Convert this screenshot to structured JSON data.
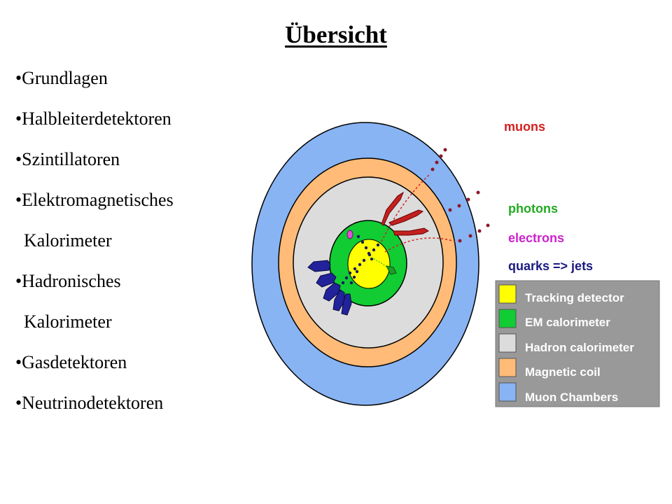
{
  "title": "Übersicht",
  "bullets": [
    {
      "text": "•Grundlagen"
    },
    {
      "text": "•Halbleiterdetektoren"
    },
    {
      "text": "•Szintillatoren"
    },
    {
      "text": "•Elektromagnetisches",
      "continuation": "Kalorimeter"
    },
    {
      "text": "•Hadronisches",
      "continuation": "Kalorimeter"
    },
    {
      "text": "•Gasdetektoren"
    },
    {
      "text": "•Neutrinodetektoren"
    }
  ],
  "particles": {
    "muons": {
      "label": "muons",
      "color": "#d42020"
    },
    "photons": {
      "label": "photons",
      "color": "#22aa22"
    },
    "electrons": {
      "label": "electrons",
      "color": "#cc22cc"
    },
    "jets": {
      "label": "quarks => jets",
      "color": "#1a1a80"
    }
  },
  "legend": {
    "items": [
      {
        "label": "Tracking detector",
        "color": "#ffff00"
      },
      {
        "label": "EM calorimeter",
        "color": "#11cc33"
      },
      {
        "label": "Hadron calorimeter",
        "color": "#dcdcdc"
      },
      {
        "label": "Magnetic coil",
        "color": "#ffbb77"
      },
      {
        "label": "Muon Chambers",
        "color": "#88b4f4"
      }
    ],
    "background": "#999999"
  }
}
